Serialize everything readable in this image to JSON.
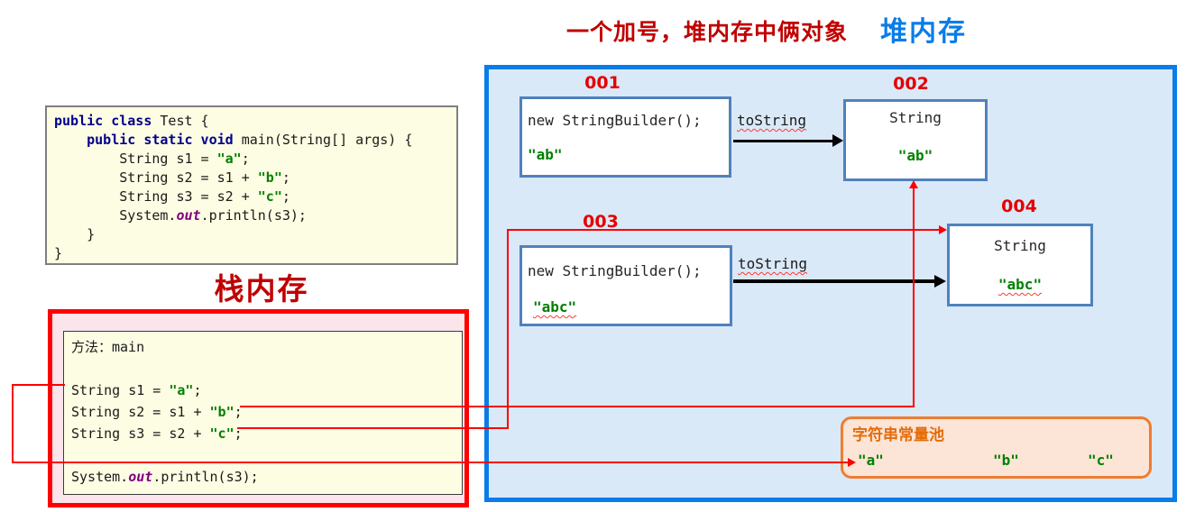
{
  "titles": {
    "main": "一个加号，堆内存中俩对象",
    "heap": "堆内存",
    "stack": "栈内存"
  },
  "colors": {
    "title_red": "#C00000",
    "label_red": "#E50000",
    "connector_red": "#FF0000",
    "heap_border_blue": "#0A7CE8",
    "heap_fill": "#DAE9F8",
    "object_box_border": "#4F81BD",
    "stack_fill": "#FBE4EA",
    "code_fill": "#FDFDE3",
    "pool_border": "#ED7D31",
    "pool_fill": "#FCE4D6",
    "pool_title_orange": "#E36C0A",
    "string_green": "#008000",
    "keyword_navy": "#00008B",
    "out_purple": "#800080"
  },
  "code_block": {
    "lines": [
      [
        [
          "kw",
          "public class "
        ],
        [
          "pl",
          "Test {"
        ]
      ],
      [
        [
          "pl",
          "    "
        ],
        [
          "kw",
          "public static void "
        ],
        [
          "pl",
          "main(String[] args) {"
        ]
      ],
      [
        [
          "pl",
          "        String s1 = "
        ],
        [
          "str",
          "\"a\""
        ],
        [
          "pl",
          ";"
        ]
      ],
      [
        [
          "pl",
          "        String s2 = s1 + "
        ],
        [
          "str",
          "\"b\""
        ],
        [
          "pl",
          ";"
        ]
      ],
      [
        [
          "pl",
          "        String s3 = s2 + "
        ],
        [
          "str",
          "\"c\""
        ],
        [
          "pl",
          ";"
        ]
      ],
      [
        [
          "pl",
          "        System."
        ],
        [
          "out",
          "out"
        ],
        [
          "pl",
          ".println(s3);"
        ]
      ],
      [
        [
          "pl",
          "    }"
        ]
      ],
      [
        [
          "pl",
          "}"
        ]
      ]
    ]
  },
  "stack": {
    "lines": [
      [
        [
          "pl",
          "方法：main"
        ]
      ],
      [],
      [
        [
          "pl",
          "String s1 = "
        ],
        [
          "str",
          "\"a\""
        ],
        [
          "pl",
          ";"
        ]
      ],
      [
        [
          "pl",
          "String s2 = s1 + "
        ],
        [
          "str",
          "\"b\""
        ],
        [
          "pl",
          ";"
        ]
      ],
      [
        [
          "pl",
          "String s3 = s2 + "
        ],
        [
          "str",
          "\"c\""
        ],
        [
          "pl",
          ";"
        ]
      ],
      [],
      [
        [
          "pl",
          "System."
        ],
        [
          "out",
          "out"
        ],
        [
          "pl",
          ".println(s3);"
        ]
      ]
    ]
  },
  "heap": {
    "box001": {
      "label": "001",
      "code": "new StringBuilder();",
      "value": "\"ab\""
    },
    "box002": {
      "label": "002",
      "type": "String",
      "value": "\"ab\""
    },
    "box003": {
      "label": "003",
      "code": "new StringBuilder();",
      "value": "\"abc\""
    },
    "box004": {
      "label": "004",
      "type": "String",
      "value": "\"abc\""
    },
    "tostring1": "toString",
    "tostring2": "toString",
    "pool": {
      "title": "字符串常量池",
      "items": [
        "\"a\"",
        "\"b\"",
        "\"c\""
      ]
    }
  }
}
